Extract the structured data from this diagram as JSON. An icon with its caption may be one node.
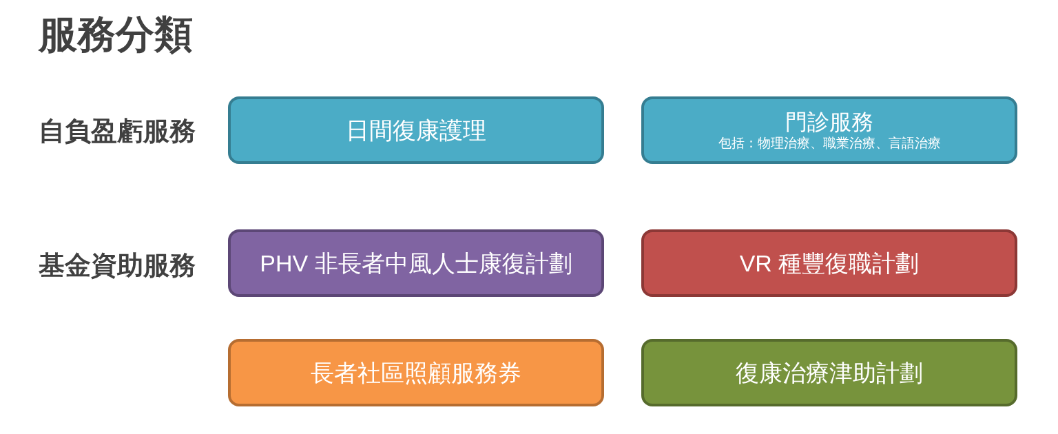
{
  "diagram": {
    "title": "服務分類",
    "nodes": [
      {
        "text": [
          "日間復康護理"
        ]
      },
      {
        "text": [
          "門診服務",
          "包括：物理治療、職業治療、言語治療"
        ]
      },
      {
        "text": [
          "PHV 非長者中風人士康復計劃"
        ]
      },
      {
        "text": [
          "VR 種豐復職計劃"
        ]
      },
      {
        "text": [
          "長者社區照顧服務券"
        ]
      },
      {
        "text": [
          "復康治療津助計劃"
        ]
      }
    ],
    "labels": [
      "自負盈虧服務",
      "基金資助服務"
    ]
  }
}
